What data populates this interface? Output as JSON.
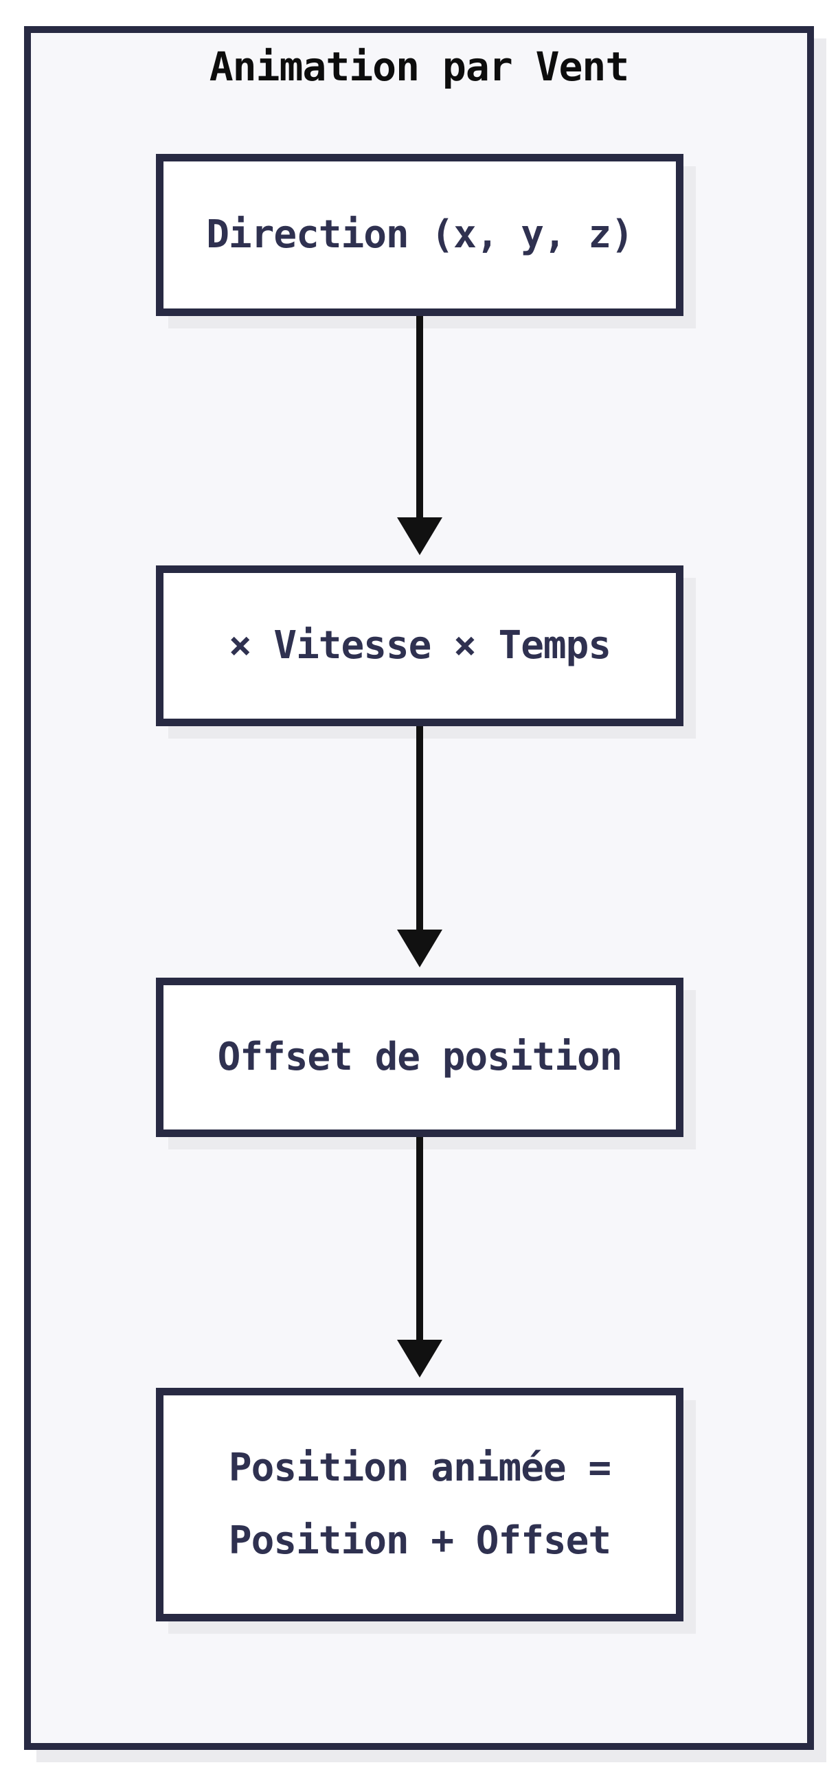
{
  "diagram": {
    "title": "Animation par Vent",
    "nodes": [
      {
        "id": "direction",
        "label": "Direction (x, y, z)"
      },
      {
        "id": "multiply",
        "label": "× Vitesse × Temps"
      },
      {
        "id": "offset",
        "label": "Offset de position"
      },
      {
        "id": "result",
        "lines": [
          "Position animée =",
          "Position + Offset"
        ]
      }
    ],
    "edges": [
      {
        "from": "direction",
        "to": "multiply"
      },
      {
        "from": "multiply",
        "to": "offset"
      },
      {
        "from": "offset",
        "to": "result"
      }
    ],
    "colors": {
      "border": "#282a43",
      "text": "#2f3150",
      "title_text": "#0d0d0d",
      "arrow": "#111111",
      "box_fill": "#ffffff",
      "frame_fill": "#f7f7fa",
      "shadow": "#ebebee",
      "page_bg": "#ffffff"
    }
  }
}
